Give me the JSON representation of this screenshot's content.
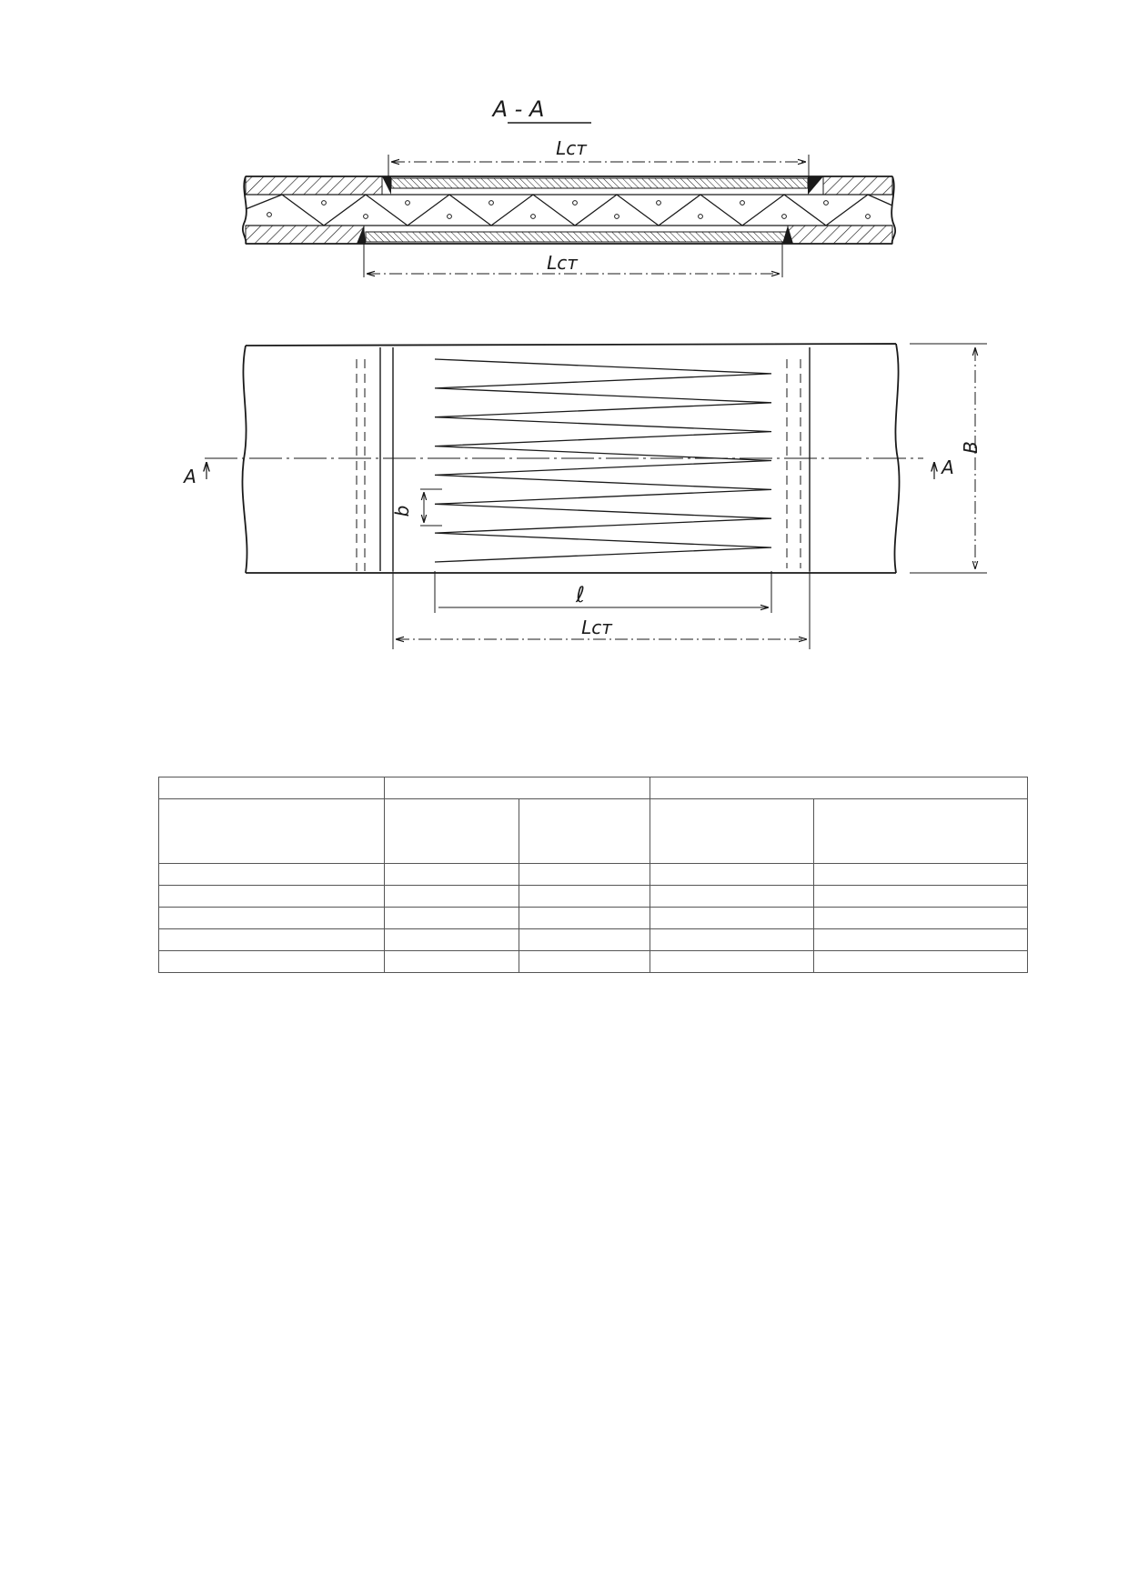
{
  "drawing": {
    "section_title": "A - A",
    "top_dim_label": "Lст",
    "bottom_dim_label": "Lст",
    "section_mark_left": "A",
    "section_mark_right": "A",
    "width_label": "B",
    "tooth_pitch_label": "b",
    "tooth_length_label": "ℓ",
    "joint_length_label": "Lст",
    "tooth_count": 7
  },
  "table": {
    "header_row_1": [
      "",
      "",
      ""
    ],
    "header_row_2": [
      "",
      "",
      "",
      "",
      ""
    ],
    "rows": [
      [
        "",
        "",
        "",
        "",
        ""
      ],
      [
        "",
        "",
        "",
        "",
        ""
      ],
      [
        "",
        "",
        "",
        "",
        ""
      ],
      [
        "",
        "",
        "",
        "",
        ""
      ],
      [
        "",
        "",
        "",
        "",
        ""
      ]
    ]
  }
}
